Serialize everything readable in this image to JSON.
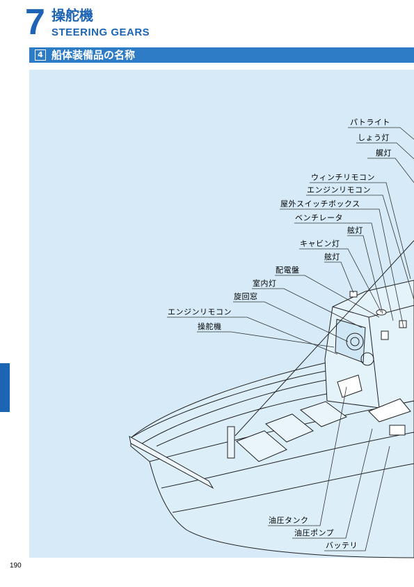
{
  "chapter": {
    "number": "7",
    "title_ja": "操舵機",
    "title_en": "STEERING GEARS"
  },
  "section": {
    "number": "4",
    "title": "船体装備品の名称"
  },
  "labels": [
    "パトライト",
    "しょう灯",
    "艉灯",
    "ウィンチリモコン",
    "エンジンリモコン",
    "屋外スイッチボックス",
    "ベンチレータ",
    "舷灯",
    "キャビン灯",
    "舷灯",
    "配電盤",
    "室内灯",
    "旋回窓",
    "エンジンリモコン",
    "操舵機",
    "油圧タンク",
    "油圧ポンプ",
    "バッテリ"
  ],
  "page": {
    "number": "190"
  },
  "colors": {
    "accent": "#1e64b4",
    "panel": "#d6ebf7",
    "bar": "#2e7cc6"
  }
}
